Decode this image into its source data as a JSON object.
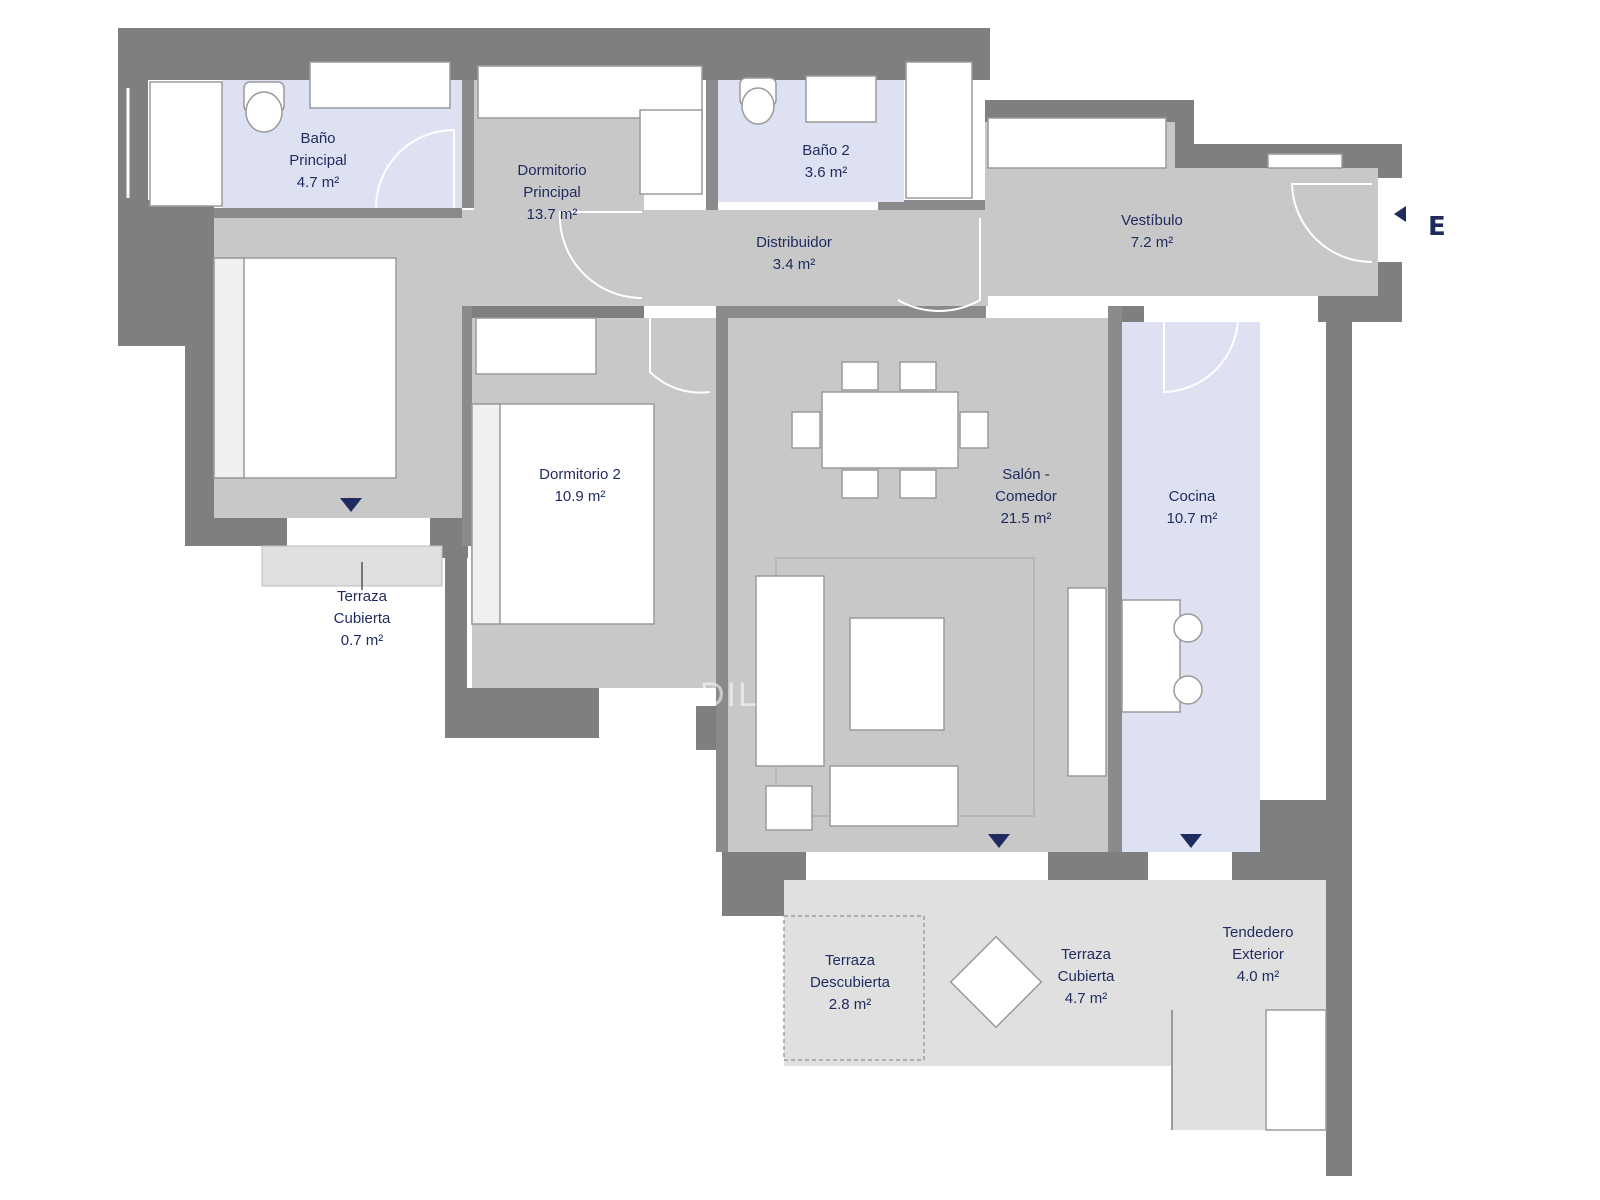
{
  "plan": {
    "colors": {
      "wall": "#7f7f7f",
      "floor": "#c8c8c8",
      "wet_room": "#dde1f1",
      "terrace": "#e0e0e0",
      "furniture": "#ffffff",
      "text": "#1f2b5e"
    },
    "entry_letter": "E",
    "watermark": "DIL...X",
    "rooms": {
      "bano_principal": [
        "Baño",
        "Principal",
        "4.7 m²"
      ],
      "dormitorio_principal": [
        "Dormitorio",
        "Principal",
        "13.7 m²"
      ],
      "bano_2": [
        "Baño 2",
        "3.6 m²"
      ],
      "distribuidor": [
        "Distribuidor",
        "3.4 m²"
      ],
      "vestibulo": [
        "Vestíbulo",
        "7.2 m²"
      ],
      "dormitorio_2": [
        "Dormitorio 2",
        "10.9 m²"
      ],
      "salon_comedor": [
        "Salón -",
        "Comedor",
        "21.5 m²"
      ],
      "cocina": [
        "Cocina",
        "10.7 m²"
      ],
      "terraza_cubierta_small": [
        "Terraza",
        "Cubierta",
        "0.7 m²"
      ],
      "terraza_descubierta": [
        "Terraza",
        "Descubierta",
        "2.8 m²"
      ],
      "terraza_cubierta_large": [
        "Terraza",
        "Cubierta",
        "4.7 m²"
      ],
      "tendedero_exterior": [
        "Tendedero",
        "Exterior",
        "4.0 m²"
      ]
    }
  }
}
